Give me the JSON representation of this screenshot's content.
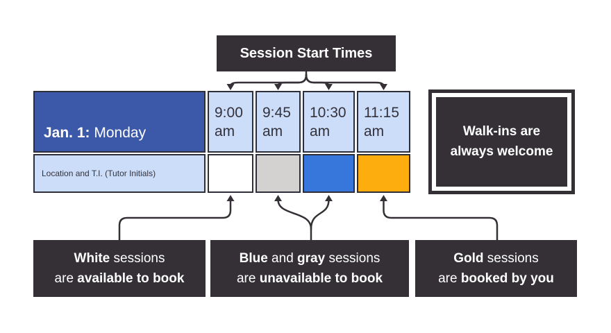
{
  "colors": {
    "dark_box": "#343036",
    "day_header_blue": "#3c58a8",
    "light_blue": "#cbddf8",
    "border": "#2e2e38",
    "text_dark": "#33313b",
    "text_light": "#ffffff"
  },
  "title_box": {
    "label": "Session Start Times"
  },
  "walkins_box": {
    "label": "Walk-ins are\nalways welcome"
  },
  "schedule": {
    "day_label_segments": [
      {
        "t": "Jan. 1:",
        "b": true
      },
      {
        "t": " Monday",
        "b": false
      }
    ],
    "row2_header": "Location and T.I. (Tutor Initials)",
    "times": [
      "9:00\nam",
      "9:45\nam",
      "10:30\nam",
      "11:15\nam"
    ],
    "sessions": [
      {
        "time": "9:00 am",
        "color": "white",
        "hex": "#ffffff"
      },
      {
        "time": "9:45 am",
        "color": "gray",
        "hex": "#d3d2d0"
      },
      {
        "time": "10:30 am",
        "color": "blue",
        "hex": "#3777db"
      },
      {
        "time": "11:15 am",
        "color": "gold",
        "hex": "#fdad0d"
      }
    ]
  },
  "legend": {
    "boxes": [
      {
        "name": "white-sessions",
        "lines": [
          [
            {
              "t": "White",
              "b": true
            },
            {
              "t": " sessions",
              "b": false
            }
          ],
          [
            {
              "t": "are ",
              "b": false
            },
            {
              "t": "available to book",
              "b": true
            }
          ]
        ]
      },
      {
        "name": "blue-gray-sessions",
        "lines": [
          [
            {
              "t": "Blue",
              "b": true
            },
            {
              "t": " and ",
              "b": false
            },
            {
              "t": "gray",
              "b": true
            },
            {
              "t": " sessions",
              "b": false
            }
          ],
          [
            {
              "t": "are ",
              "b": false
            },
            {
              "t": "unavailable to book",
              "b": true
            }
          ]
        ]
      },
      {
        "name": "gold-sessions",
        "lines": [
          [
            {
              "t": "Gold",
              "b": true
            },
            {
              "t": " sessions",
              "b": false
            }
          ],
          [
            {
              "t": "are ",
              "b": false
            },
            {
              "t": "booked by you",
              "b": true
            }
          ]
        ]
      }
    ]
  }
}
